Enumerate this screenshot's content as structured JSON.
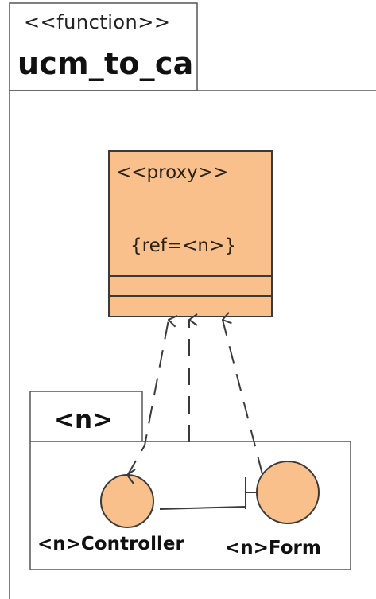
{
  "function_frame": {
    "stereotype": "<<function>>",
    "name": "ucm_to_ca"
  },
  "proxy_class": {
    "stereotype": "<<proxy>>",
    "tagged_value": "{ref=<n>}"
  },
  "package": {
    "name": "<n>"
  },
  "elements": {
    "controller": "<n>Controller",
    "form": "<n>Form"
  },
  "colors": {
    "fill": "#f9c08c",
    "stroke": "#3a3a3a",
    "background": "#ffffff"
  }
}
